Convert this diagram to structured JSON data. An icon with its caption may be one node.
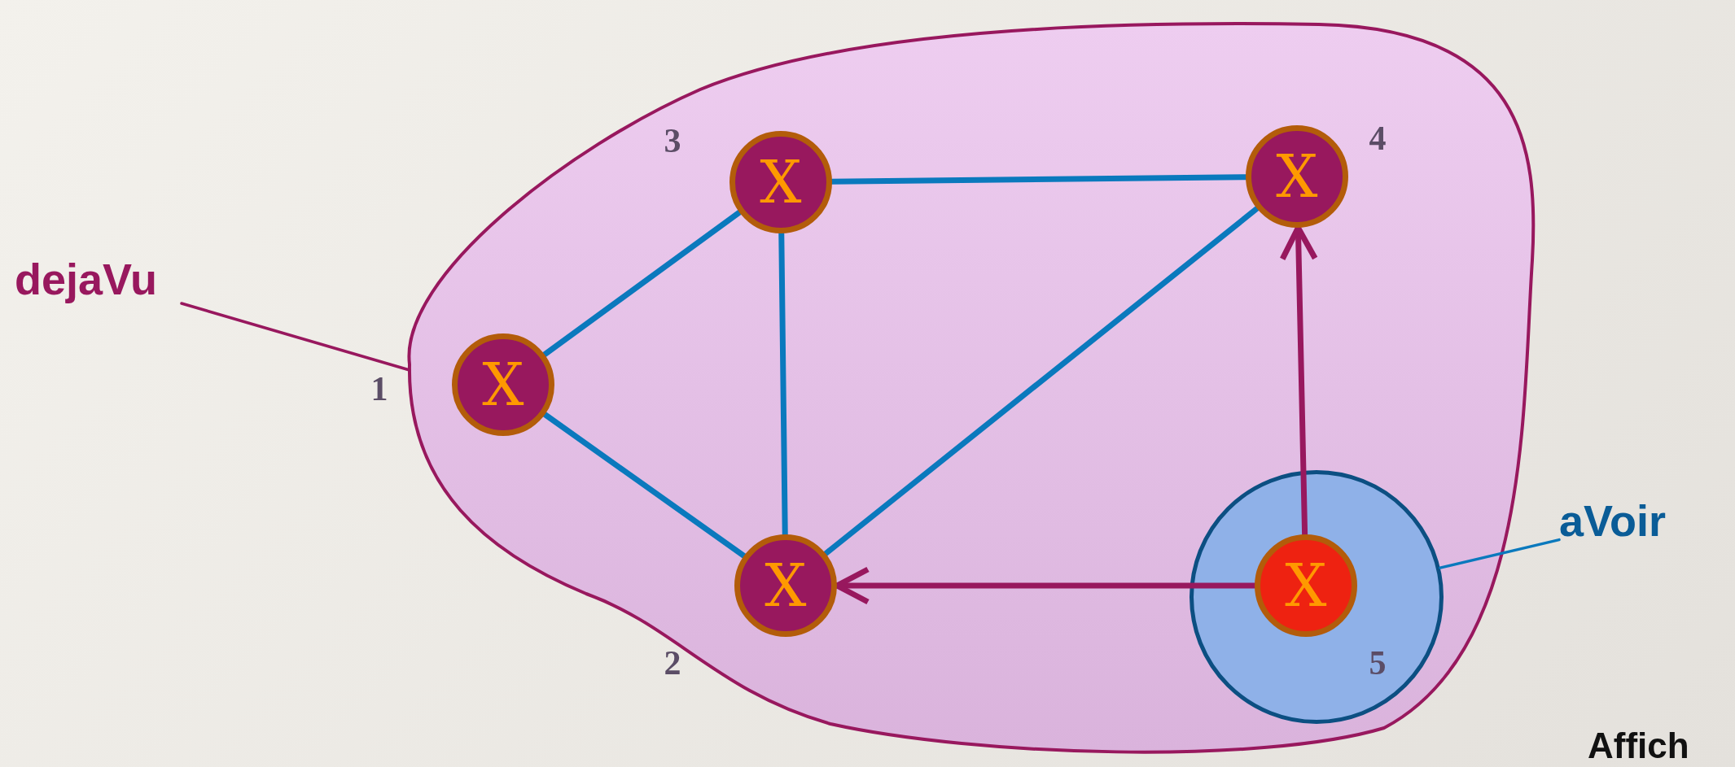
{
  "diagram": {
    "nodes": [
      {
        "text": [
          "dejaVu"
        ]
      },
      {
        "text": [],
        "shape": "cloud"
      },
      {
        "text": [
          "X"
        ],
        "in": 1,
        "beside": [
          "3"
        ]
      },
      {
        "text": [
          "X"
        ],
        "in": 1,
        "beside": [
          "4"
        ]
      },
      {
        "text": [
          "X"
        ],
        "in": 1,
        "beside": [
          "1"
        ]
      },
      {
        "text": [
          "X"
        ],
        "in": 1,
        "beside": [
          "2"
        ]
      },
      {
        "text": [],
        "shape": "circle",
        "in": 1
      },
      {
        "text": [
          "X"
        ],
        "in": 6,
        "beside": [
          "5"
        ]
      },
      {
        "text": [
          "aVoir"
        ]
      }
    ],
    "edges": [
      {
        "from": 2,
        "to": 3,
        "arrow": "none"
      },
      {
        "from": 2,
        "to": 4,
        "arrow": "none"
      },
      {
        "from": 2,
        "to": 5,
        "arrow": "none"
      },
      {
        "from": 4,
        "to": 5,
        "arrow": "none"
      },
      {
        "from": 5,
        "to": 3,
        "arrow": "none"
      },
      {
        "from": 7,
        "to": 5,
        "arrow": "to",
        "color": "#98185e"
      },
      {
        "from": 7,
        "to": 3,
        "arrow": "to",
        "color": "#98185e"
      },
      {
        "from": 0,
        "to": 1,
        "arrow": "none",
        "color": "#98185e"
      },
      {
        "from": 8,
        "to": 6,
        "arrow": "none"
      }
    ],
    "labels": [
      "Affich"
    ]
  }
}
